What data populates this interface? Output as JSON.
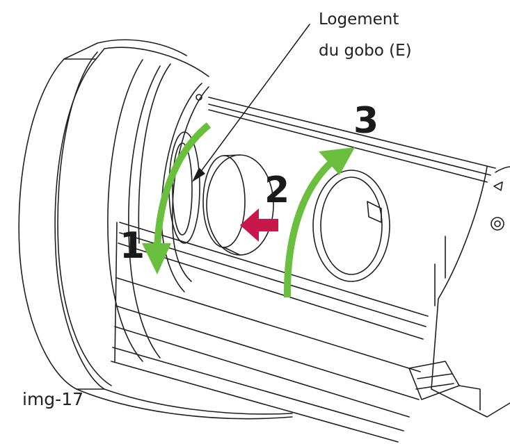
{
  "callout": {
    "line1": "Logement",
    "line2": "du gobo (E)"
  },
  "steps": [
    "1",
    "2",
    "3"
  ],
  "figure_id": "img-17",
  "colors": {
    "rotate_arrow": "#6abf3f",
    "push_arrow": "#c8174a",
    "line_art": "#1f1f1f",
    "text": "#231f20"
  }
}
